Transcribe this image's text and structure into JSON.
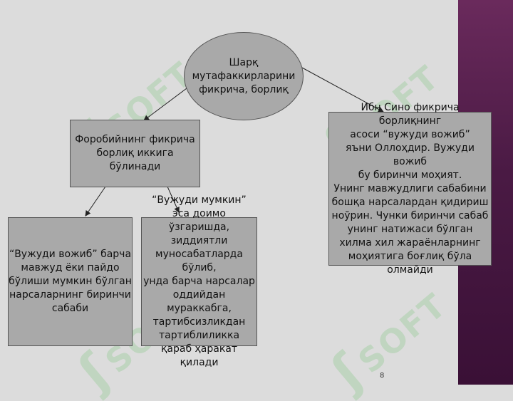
{
  "slide": {
    "center": "Шарқ\nмутафаккирларини\n фикрича, борлиқ",
    "left_mid": "Форобийнинг фикрича\nборлиқ иккига бўлинади",
    "right_box": "Ибн Сино фикрича борлиқнинг\nасоси “вужуди вожиб”\nяъни Оллоҳдир. Вужуди вожиб\nбу биринчи моҳият.\nУнинг мавжудлиги сабабини\nбошқа нарсалардан қидириш\nноўрин. Чунки биринчи сабаб\nунинг натижаси бўлган\nхилма хил жараёнларнинг\nмоҳиятига боғлиқ бўла олмайди",
    "bottom_left": "“Вужуди вожиб” барча\nмавжуд ёки пайдо\nбўлиши мумкин бўлган\nнарсаларнинг биринчи\nсабаби",
    "bottom_mid": "“Вужуди мумкин”\n эса доимо\nўзгаришда, зиддиятли\nмуносабатларда бўлиб,\nунда барча нарсалар\nоддийдан мураккабга,\nтартибсизликдан\nтартиблиликка\nқараб ҳаракат қилади",
    "page_number": "8"
  },
  "watermark": {
    "text": "SOFT",
    "glyph": "ʃ"
  },
  "colors": {
    "background": "#dcdcdc",
    "box_fill": "#a9a9a9",
    "side_band": "#4a1a44",
    "watermark": "#8cc88c"
  }
}
